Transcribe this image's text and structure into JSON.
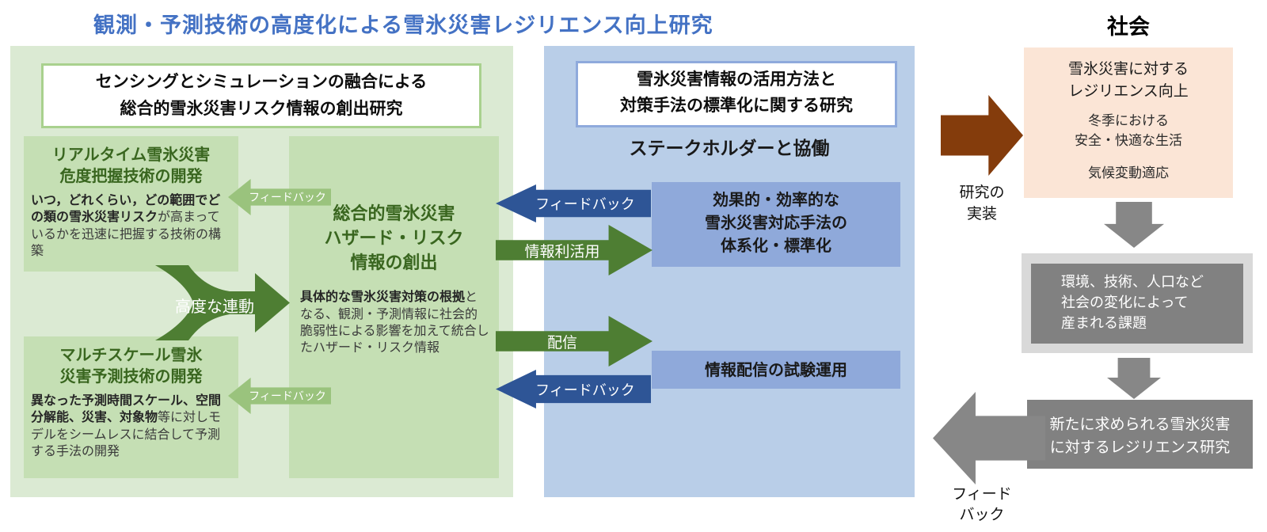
{
  "title": "観測・予測技術の高度化による雪氷災害レジリエンス向上研究",
  "left_panel": {
    "header": "センシングとシミュレーションの融合による\n総合的雪氷災害リスク情報の創出研究",
    "realtime_box": {
      "title": "リアルタイム雪氷災害\n危度把握技術の開発",
      "body_bold": "いつ，どれくらい，どの範囲でどの類の雪氷災害リスク",
      "body_rest": "が高まっているかを迅速に把握する技術の構築"
    },
    "multiscale_box": {
      "title": "マルチスケール雪氷\n災害予測技術の開発",
      "body_bold": "異なった予測時間スケール、空間分解能、災害、対象物",
      "body_rest": "等に対しモデルをシームレスに結合して予測する手法の開発"
    },
    "integrated_box": {
      "title": "総合的雪氷災害\nハザード・リスク\n情報の創出",
      "body_bold": "具体的な雪氷災害対策の根拠",
      "body_rest": "となる、観測・予測情報に社会的脆弱性による影響を加えて統合したハザード・リスク情報"
    },
    "linkage_arrow_label": "高度な連動",
    "feedback_top_label": "フィードバック",
    "feedback_bottom_label": "フィードバック"
  },
  "center_arrows": {
    "feedback_top": "フィードバック",
    "info_use": "情報利活用",
    "delivery": "配信",
    "feedback_bottom": "フィードバック"
  },
  "blue_panel": {
    "header": "雪氷災害情報の活用方法と\n対策手法の標準化に関する研究",
    "stakeholder": "ステークホルダーと協働",
    "box1": "効果的・効率的な\n雪氷災害対応手法の\n体系化・標準化",
    "box2": "情報配信の試験運用"
  },
  "implementation": {
    "label": "研究の\n実装"
  },
  "society": {
    "heading": "社会",
    "outcome_box": {
      "line1": "雪氷災害に対する\nレジリエンス向上",
      "line2": "冬季における\n安全・快適な生活",
      "line3": "気候変動適応"
    },
    "challenge_box": "環境、技術、人口など\n社会の変化によって\n産まれる課題",
    "new_research_box": "新たに求められる雪氷災害\nに対するレジリエンス研究",
    "feedback_label": "フィード\nバック"
  },
  "colors": {
    "title_blue": "#4472c4",
    "left_panel_bg": "#dbead3",
    "green_box_bg": "#c5dfb4",
    "green_box_border": "#a9d18e",
    "dark_green_text": "#39661f",
    "dark_green_arrow": "#4e7e33",
    "light_green_arrow": "#9ac37d",
    "blue_panel_bg": "#b9cee8",
    "blue_box_bg": "#8fa9da",
    "blue_box_border": "#8faadc",
    "dark_blue_arrow": "#2e5596",
    "brown_arrow": "#843c0c",
    "peach_box_bg": "#fbe5d6",
    "gray_box_bg": "#818181",
    "gray_frame_bg": "#d9d9d9"
  }
}
